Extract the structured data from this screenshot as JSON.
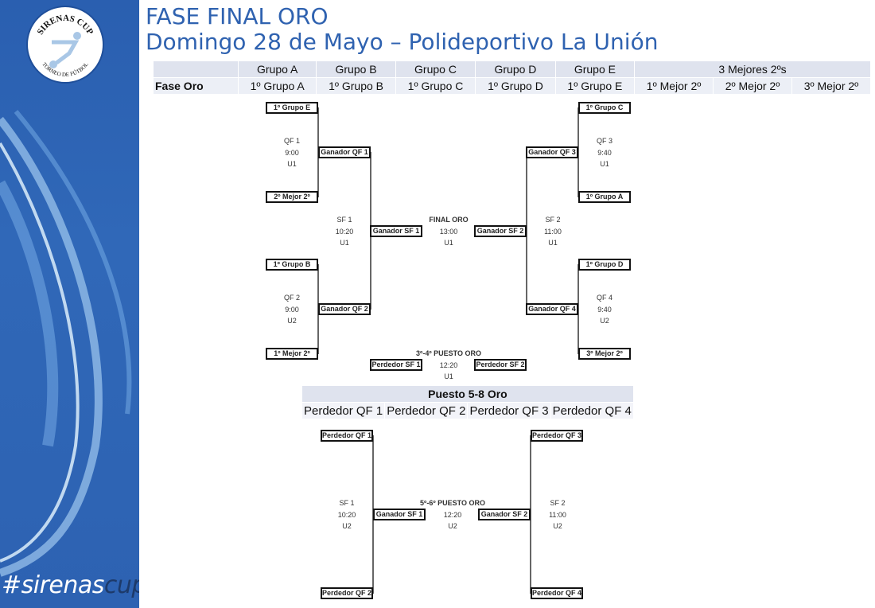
{
  "sidebar": {
    "logo_text": "SIRENAS CUP",
    "logo_subtext": "TORNEO DE FÚTBOL",
    "hashtag_a": "#sirenas",
    "hashtag_b": "cup"
  },
  "header": {
    "title": "FASE FINAL ORO",
    "subtitle": "Domingo 28 de Mayo – Polideportivo La Unión"
  },
  "groups_table": {
    "headers": [
      "Grupo A",
      "Grupo B",
      "Grupo C",
      "Grupo D",
      "Grupo E",
      "3 Mejores 2ºs"
    ],
    "row_label": "Fase Oro",
    "row": [
      "1º Grupo A",
      "1º Grupo B",
      "1º Grupo C",
      "1º Grupo D",
      "1º Grupo E",
      "1º Mejor 2º",
      "2º Mejor 2º",
      "3º Mejor 2º"
    ]
  },
  "bracket": {
    "teams": [
      "1º Grupo E",
      "2º Mejor 2º",
      "1º Grupo B",
      "1º Mejor 2º",
      "1º Grupo C",
      "1º Grupo A",
      "1º Grupo D",
      "3º Mejor 2º"
    ],
    "winners": [
      "Ganador QF 1",
      "Ganador QF 2",
      "Ganador QF 3",
      "Ganador QF 4",
      "Ganador SF 1",
      "Ganador SF 2"
    ],
    "losers": [
      "Perdedor SF 1",
      "Perdedor SF 2"
    ],
    "qf1": [
      "QF 1",
      "9:00",
      "U1"
    ],
    "qf2": [
      "QF 2",
      "9:00",
      "U2"
    ],
    "qf3": [
      "QF 3",
      "9:40",
      "U1"
    ],
    "qf4": [
      "QF 4",
      "9:40",
      "U2"
    ],
    "sf1": [
      "SF 1",
      "10:20",
      "U1"
    ],
    "sf2": [
      "SF 2",
      "11:00",
      "U1"
    ],
    "final": [
      "FINAL ORO",
      "13:00",
      "U1"
    ],
    "third": [
      "3º-4º PUESTO ORO",
      "12:20",
      "U1"
    ]
  },
  "puesto58": {
    "title": "Puesto 5-8 Oro",
    "cols": [
      "Perdedor QF 1",
      "Perdedor QF 2",
      "Perdedor QF 3",
      "Perdedor QF 4"
    ]
  },
  "bracket58": {
    "teams": [
      "Perdedor QF 1",
      "Perdedor QF 2",
      "Perdedor QF 3",
      "Perdedor QF 4"
    ],
    "winners": [
      "Ganador SF 1",
      "Ganador SF 2"
    ],
    "sf1": [
      "SF 1",
      "10:20",
      "U2"
    ],
    "sf2": [
      "SF 2",
      "11:00",
      "U2"
    ],
    "fifth": [
      "5º-6º PUESTO ORO",
      "12:20",
      "U2"
    ]
  }
}
